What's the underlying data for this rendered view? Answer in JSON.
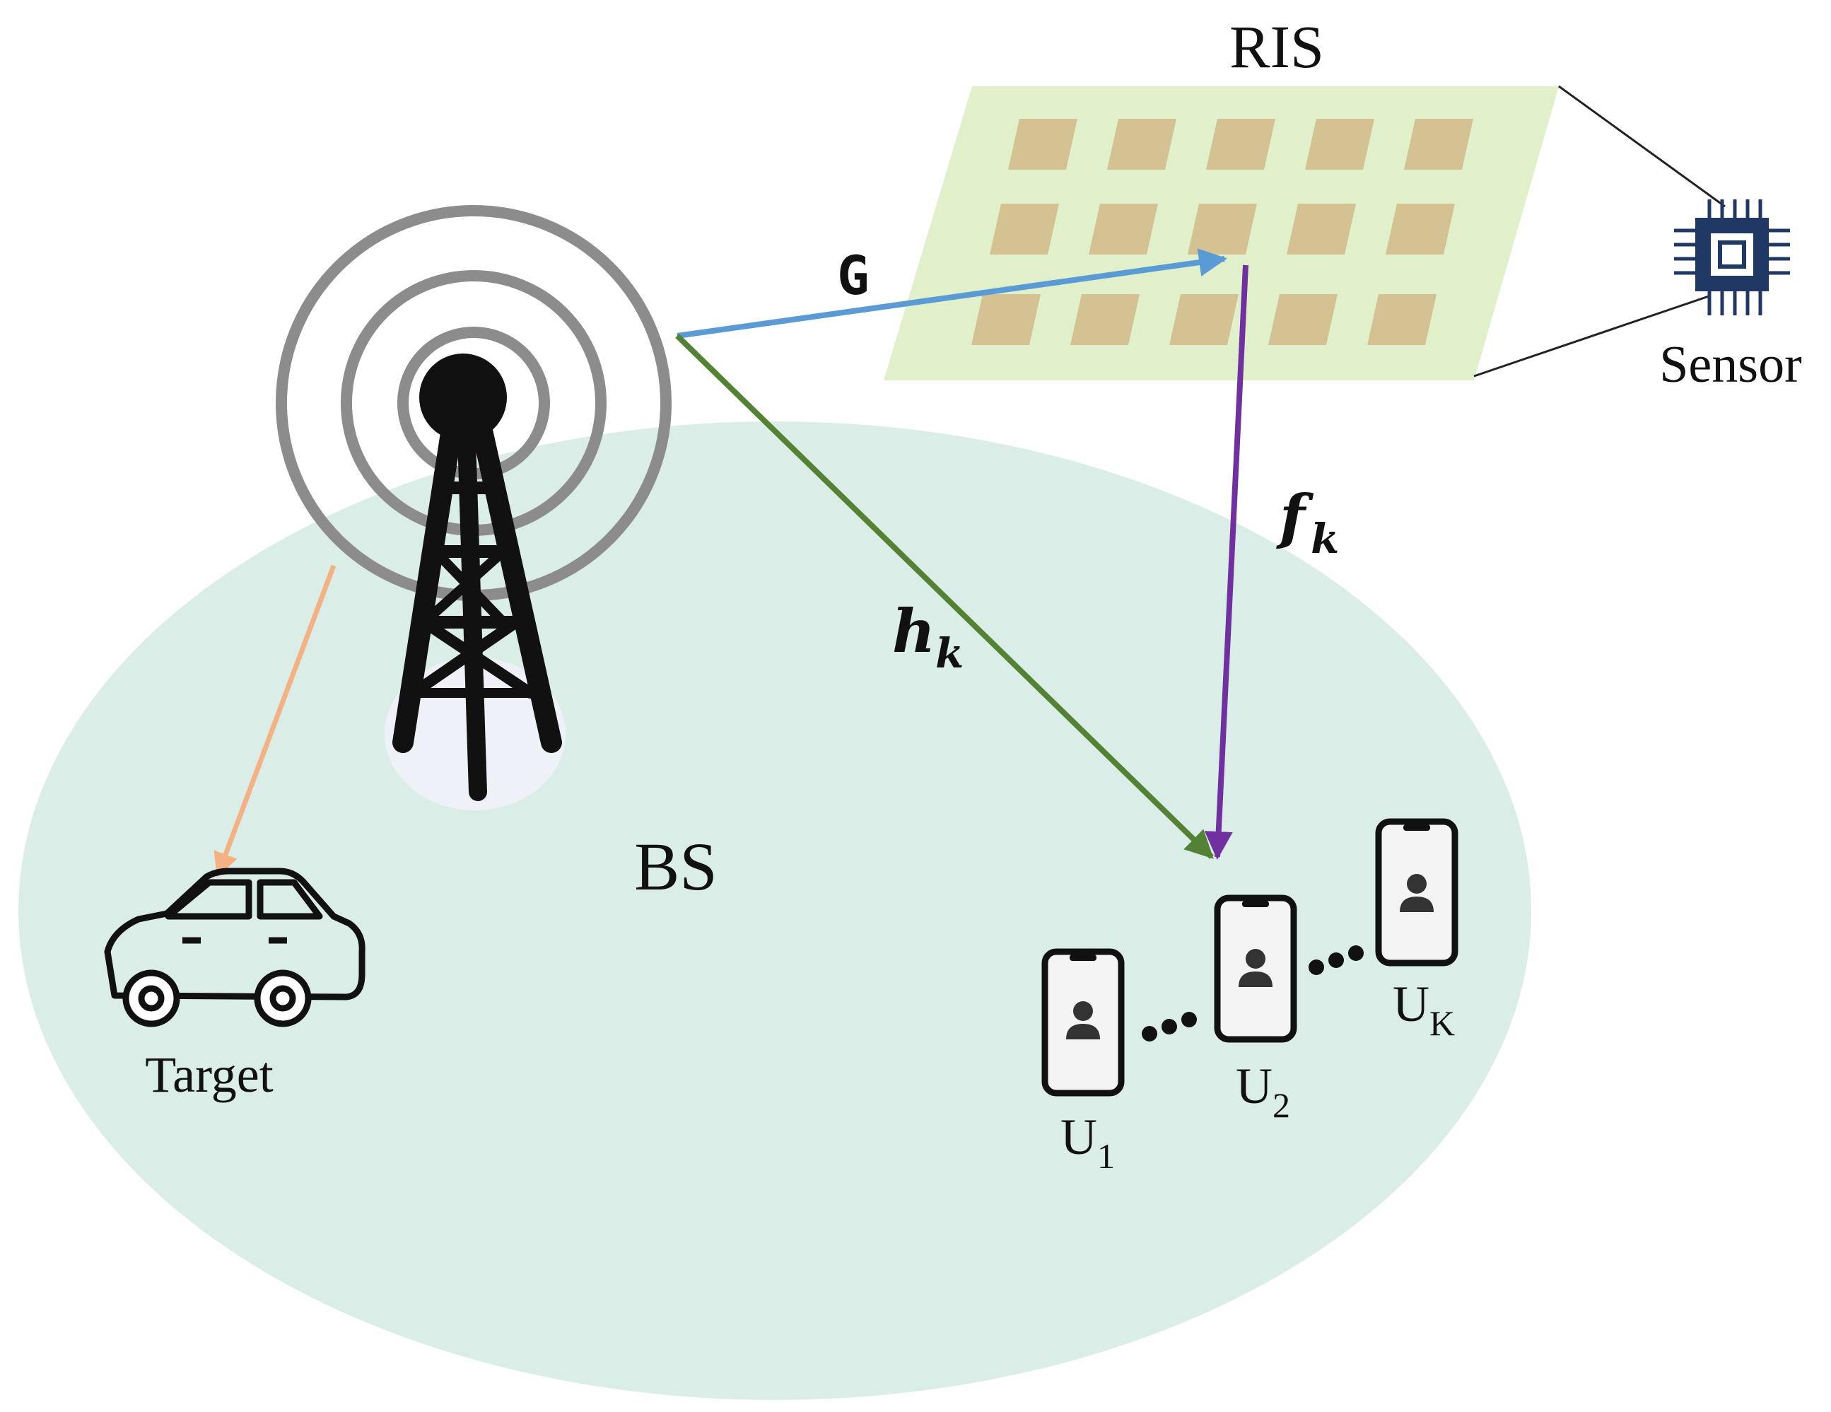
{
  "labels": {
    "ris": "RIS",
    "sensor": "Sensor",
    "bs": "BS",
    "target": "Target",
    "channel_g": "G",
    "channel_h": {
      "base": "h",
      "sub": "k"
    },
    "channel_f": {
      "base": "f",
      "sub": "k"
    },
    "users": [
      {
        "base": "U",
        "sub": "1"
      },
      {
        "base": "U",
        "sub": "2"
      },
      {
        "base": "U",
        "sub": "K"
      }
    ]
  },
  "colors": {
    "coverage_area": "#daeee7",
    "ris_panel": "#dff0ca",
    "ris_element": "#d5c293",
    "link_g": "#5b9bd5",
    "link_h": "#548235",
    "link_f": "#7030a0",
    "link_target": "#f4b183",
    "tower": "#111111",
    "signal_rings": "#8c8c8c",
    "chip": "#1f3864"
  },
  "icons": [
    "antenna-tower-icon",
    "signal-rings-icon",
    "car-icon",
    "phone-icon",
    "user-icon",
    "chip-icon"
  ]
}
